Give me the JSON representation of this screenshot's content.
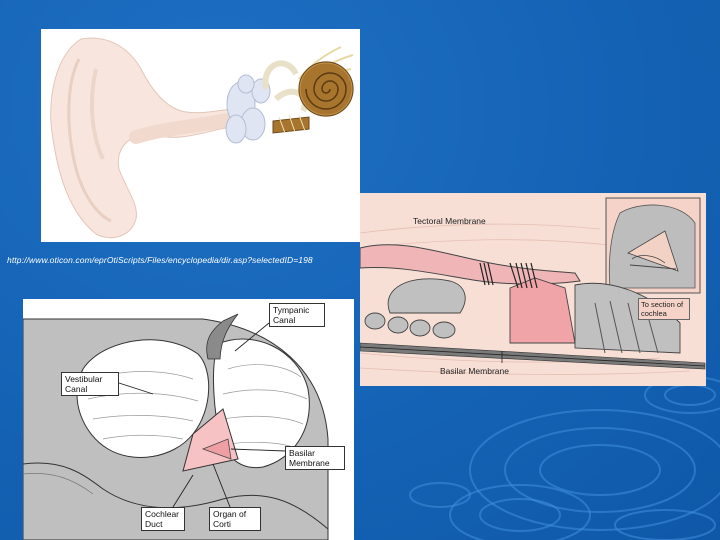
{
  "source_url": "http://www.oticon.com/eprOtiScripts/Files/encyclopedia/dir.asp?selectedID=198",
  "corti_panel": {
    "tectorial_label": "Tectoral Membrane",
    "basilar_label": "Basilar Membrane",
    "section_note": "To section of cochlea"
  },
  "cochlea_panel": {
    "tympanic_label": "Tympanic Canal",
    "vestibular_label": "Vestibular Canal",
    "basilar_label": "Basilar Membrane",
    "cochlear_duct_label": "Cochlear Duct",
    "organ_label": "Organ of Corti"
  },
  "colors": {
    "background": "#1665b8",
    "tissue_pink": "#f2a9ad",
    "tissue_grey": "#bfbfbf",
    "cochlea_brown": "#a8752e"
  }
}
